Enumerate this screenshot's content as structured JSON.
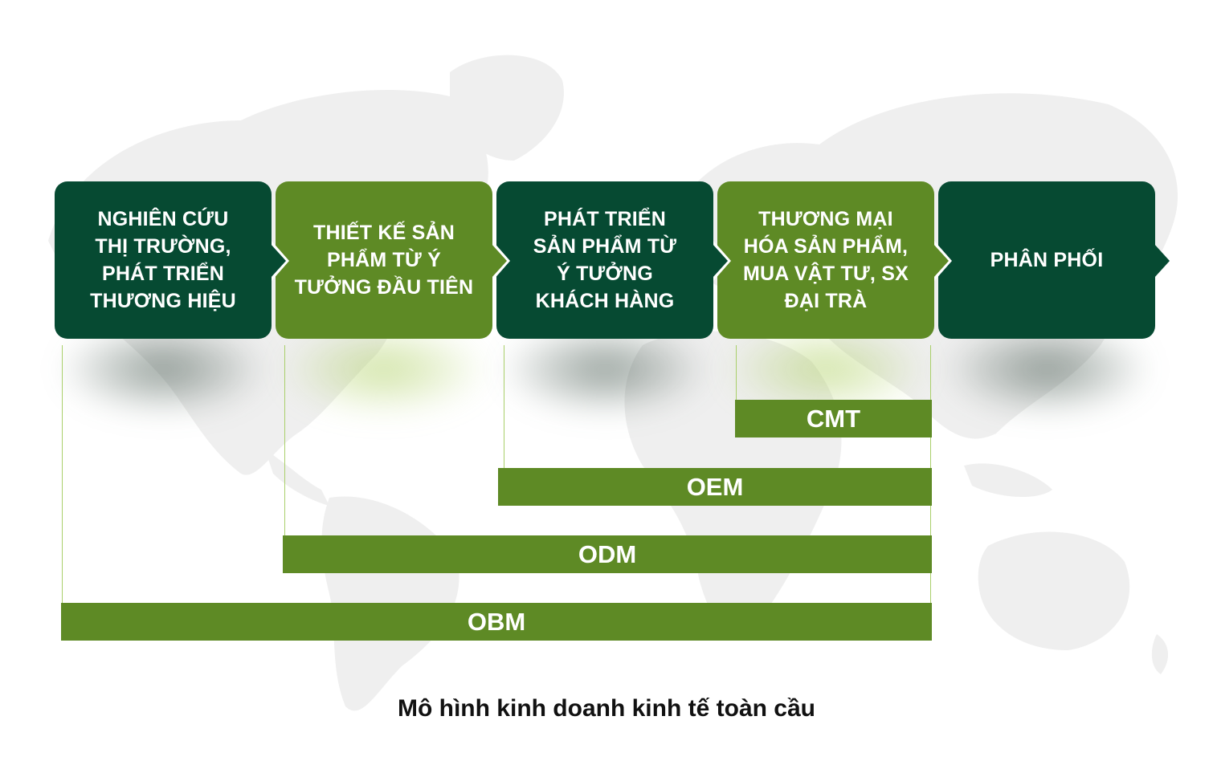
{
  "colors": {
    "dark_green": "#064a32",
    "light_green": "#5e8a25",
    "guide_line": "#a9cf6a",
    "map_gray": "#eeeeee"
  },
  "steps": [
    {
      "label": "NGHIÊN CỨU\nTHỊ TRƯỜNG,\nPHÁT TRIỂN\nTHƯƠNG HIỆU",
      "style": "dark"
    },
    {
      "label": "THIẾT KẾ SẢN\nPHẨM TỪ Ý\nTƯỞNG ĐẦU TIÊN",
      "style": "light"
    },
    {
      "label": "PHÁT TRIỂN\nSẢN PHẨM TỪ\nÝ TƯỞNG\nKHÁCH HÀNG",
      "style": "dark"
    },
    {
      "label": "THƯƠNG MẠI\nHÓA SẢN PHẨM,\nMUA VẬT TƯ, SX\nĐẠI TRÀ",
      "style": "light"
    },
    {
      "label": "PHÂN PHỐI",
      "style": "dark"
    }
  ],
  "models": [
    {
      "label": "CMT",
      "start_step": 4,
      "end_step": 4
    },
    {
      "label": "OEM",
      "start_step": 3,
      "end_step": 4
    },
    {
      "label": "ODM",
      "start_step": 2,
      "end_step": 4
    },
    {
      "label": "OBM",
      "start_step": 1,
      "end_step": 4
    }
  ],
  "caption": "Mô hình kinh doanh kinh tế toàn cầu"
}
